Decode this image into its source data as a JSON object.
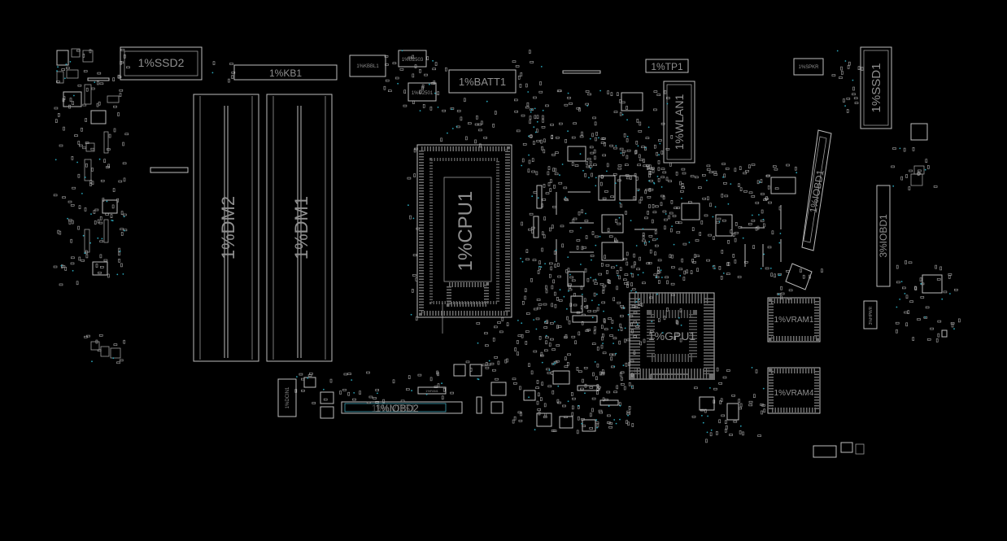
{
  "labels": {
    "ssd2": "1%SSD2",
    "kb1": "1%KB1",
    "kbbl1": "1%KBBL1",
    "u2503": "1%U2503",
    "u2501": "1%U2501",
    "batt1": "1%BATT1",
    "tp1": "1%TP1",
    "wlan1": "1%WLAN1",
    "ssd1": "1%SSD1",
    "spkr": "1%SPKR",
    "dm2": "1%DM2",
    "dm1": "1%DM1",
    "cpu1": "1%CPU1",
    "iobd1": "1%IOBD1",
    "iobd1b": "3%IOBD1",
    "gpu1": "1%GPU1",
    "vram1": "1%VRAM1",
    "vram4": "1%VRAM4",
    "dcin1": "1%DCIN1",
    "lvds": "1%LVDS1",
    "iobd2": "1%IOBD2",
    "fan1": "1%FAN1",
    "hpwr": "3%HPWR"
  },
  "colors": {
    "background": "#000000",
    "outline": "#bdbdbd",
    "label": "#8f8f8f",
    "via": "#2aa4b8"
  }
}
